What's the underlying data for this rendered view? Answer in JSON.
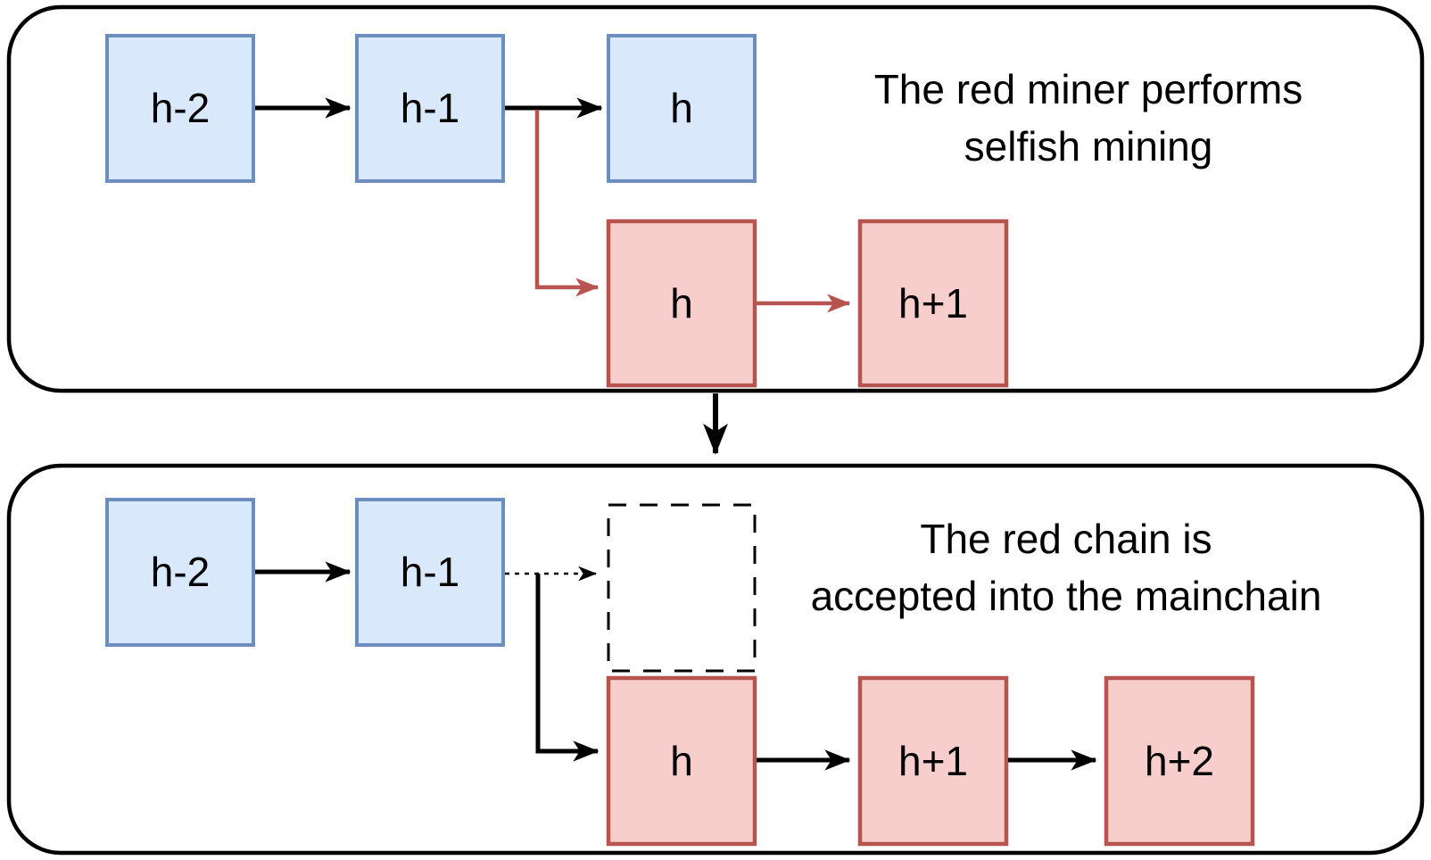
{
  "panels": {
    "top": {
      "caption_line1": "The red miner performs",
      "caption_line2": "selfish mining",
      "blocks": {
        "blue_h2": "h-2",
        "blue_h1": "h-1",
        "blue_h": "h",
        "red_h": "h",
        "red_h1": "h+1"
      }
    },
    "bottom": {
      "caption_line1": "The red chain is",
      "caption_line2": "accepted into the mainchain",
      "blocks": {
        "blue_h2": "h-2",
        "blue_h1": "h-1",
        "red_h": "h",
        "red_h1": "h+1",
        "red_h2": "h+2"
      }
    }
  },
  "colors": {
    "blue_fill": "#dae8fc",
    "blue_stroke": "#6c8ebf",
    "red_fill": "#f8cecc",
    "red_stroke": "#b85450",
    "line": "#000000",
    "background": "#ffffff"
  }
}
